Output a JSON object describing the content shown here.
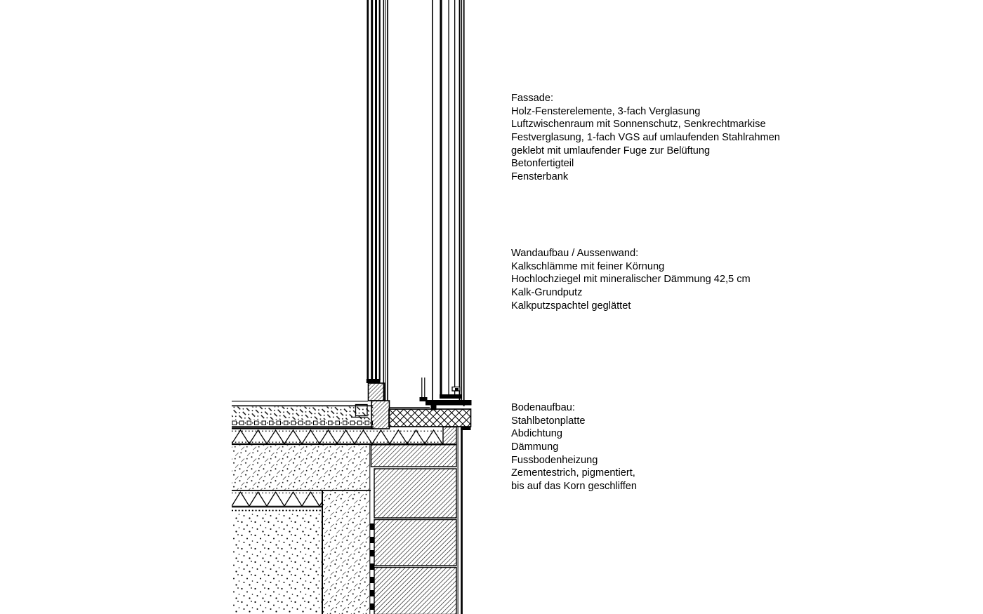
{
  "page": {
    "background": "#ffffff",
    "ink": "#000000"
  },
  "annotations": {
    "fassade": {
      "heading": "Fassade:",
      "lines": [
        "Holz-Fensterelemente, 3-fach Verglasung",
        "Luftzwischenraum mit Sonnenschutz, Senkrechtmarkise",
        "Festverglasung, 1-fach VGS auf umlaufenden Stahlrahmen",
        "geklebt mit umlaufender Fuge zur Belüftung",
        "Betonfertigteil",
        "Fensterbank"
      ]
    },
    "wandaufbau": {
      "heading": "Wandaufbau / Aussenwand:",
      "lines": [
        "Kalkschlämme mit feiner Körnung",
        "Hochlochziegel mit mineralischer Dämmung 42,5 cm",
        "Kalk-Grundputz",
        "Kalkputzspachtel geglättet"
      ]
    },
    "bodenaufbau": {
      "heading": "Bodenaufbau:",
      "lines": [
        "Stahlbetonplatte",
        "Abdichtung",
        "Dämmung",
        "Fussbodenheizung",
        "Zementestrich, pigmentiert,",
        "bis auf das Korn geschliffen"
      ]
    }
  }
}
